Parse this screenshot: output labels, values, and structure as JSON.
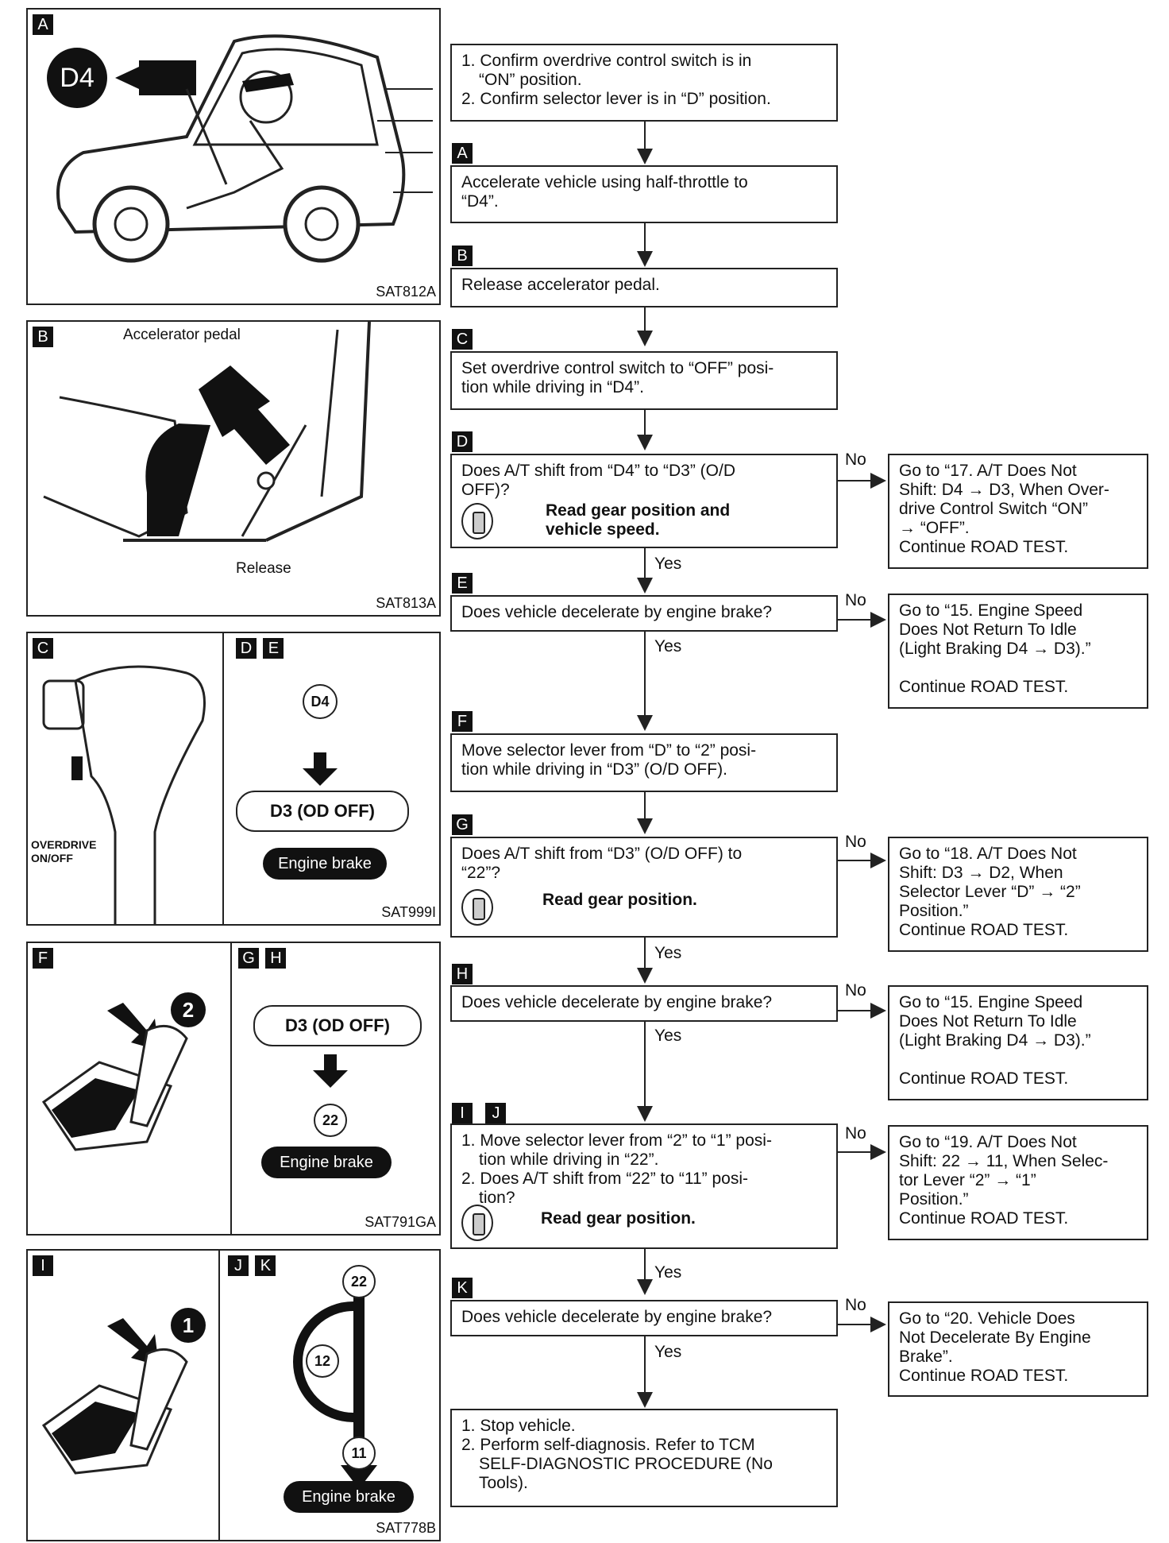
{
  "panels": {
    "a": {
      "tag": "A",
      "code": "SAT812A",
      "badge": "D4"
    },
    "b": {
      "tag": "B",
      "label": "Accelerator pedal",
      "release": "Release",
      "code": "SAT813A"
    },
    "c": {
      "tag": "C",
      "label": "OVERDRIVE ON/OFF"
    },
    "de": {
      "tags": [
        "D",
        "E"
      ],
      "circle": "D4",
      "pill": "D3 (OD OFF)",
      "brake": "Engine brake",
      "code": "SAT999I"
    },
    "f": {
      "tag": "F",
      "number": "2"
    },
    "gh": {
      "tags": [
        "G",
        "H"
      ],
      "pill": "D3 (OD OFF)",
      "circle": "22",
      "brake": "Engine brake",
      "code": "SAT791GA"
    },
    "i": {
      "tag": "I",
      "number": "1"
    },
    "jk": {
      "tags": [
        "J",
        "K"
      ],
      "top": "22",
      "mid": "12",
      "bottom": "11",
      "brake": "Engine brake",
      "code": "SAT778B"
    }
  },
  "flow": {
    "start": {
      "lines": [
        "1. Confirm overdrive control switch is in",
        "“ON” position.",
        "2. Confirm selector lever is in “D” position."
      ]
    },
    "stepA": {
      "tag": "A",
      "lines": [
        "Accelerate vehicle using half-throttle to",
        "“D4”."
      ]
    },
    "stepB": {
      "tag": "B",
      "lines": [
        "Release accelerator pedal."
      ]
    },
    "stepC": {
      "tag": "C",
      "lines": [
        "Set overdrive control switch to “OFF” posi-",
        "tion while driving in “D4”."
      ]
    },
    "stepD": {
      "tag": "D",
      "lines": [
        "Does A/T shift from “D4” to “D3” (O/D",
        "OFF)?"
      ],
      "bold": [
        "Read gear position and",
        "vehicle speed."
      ]
    },
    "stepE": {
      "tag": "E",
      "lines": [
        "Does vehicle decelerate by engine brake?"
      ]
    },
    "stepF": {
      "tag": "F",
      "lines": [
        "Move selector lever from “D” to “2” posi-",
        "tion while driving in “D3” (O/D OFF)."
      ]
    },
    "stepG": {
      "tag": "G",
      "lines": [
        "Does A/T shift from “D3” (O/D OFF) to",
        "“22”?"
      ],
      "bold": [
        "Read gear position."
      ]
    },
    "stepH": {
      "tag": "H",
      "lines": [
        "Does vehicle decelerate by engine brake?"
      ]
    },
    "stepIJ": {
      "tags": [
        "I",
        "J"
      ],
      "lines": [
        "1. Move selector lever from “2” to “1” posi-",
        "tion while driving in “22”.",
        "2. Does A/T shift from “22” to “11” posi-",
        "tion?"
      ],
      "bold": [
        "Read gear position."
      ]
    },
    "stepK": {
      "tag": "K",
      "lines": [
        "Does vehicle decelerate by engine brake?"
      ]
    },
    "end": {
      "lines": [
        "1. Stop vehicle.",
        "2. Perform self-diagnosis. Refer to TCM",
        "SELF-DIAGNOSTIC PROCEDURE (No",
        "Tools)."
      ]
    }
  },
  "outcomes": {
    "d": {
      "lines": [
        "Go to “17. A/T Does Not",
        "Shift: D4 → D3, When Over-",
        "drive Control Switch “ON”",
        "→ “OFF”.",
        "Continue ROAD TEST."
      ]
    },
    "e": {
      "lines": [
        "Go to “15. Engine Speed",
        "Does Not Return To Idle",
        "(Light Braking D4 → D3).”",
        "",
        "Continue ROAD TEST."
      ]
    },
    "g": {
      "lines": [
        "Go to “18. A/T Does Not",
        "Shift: D3 → D2, When",
        "Selector Lever “D” → “2”",
        "Position.”",
        "Continue ROAD TEST."
      ]
    },
    "h": {
      "lines": [
        "Go to “15. Engine Speed",
        "Does Not Return To Idle",
        "(Light Braking D4 → D3).”",
        "",
        "Continue ROAD TEST."
      ]
    },
    "ij": {
      "lines": [
        "Go to “19. A/T Does Not",
        "Shift: 22 → 11, When Selec-",
        "tor Lever “2” → “1”",
        "Position.”",
        "Continue ROAD TEST."
      ]
    },
    "k": {
      "lines": [
        "Go to “20. Vehicle Does",
        "Not Decelerate By Engine",
        "Brake”.",
        "Continue ROAD TEST."
      ]
    }
  },
  "labels": {
    "yes": "Yes",
    "no": "No"
  }
}
